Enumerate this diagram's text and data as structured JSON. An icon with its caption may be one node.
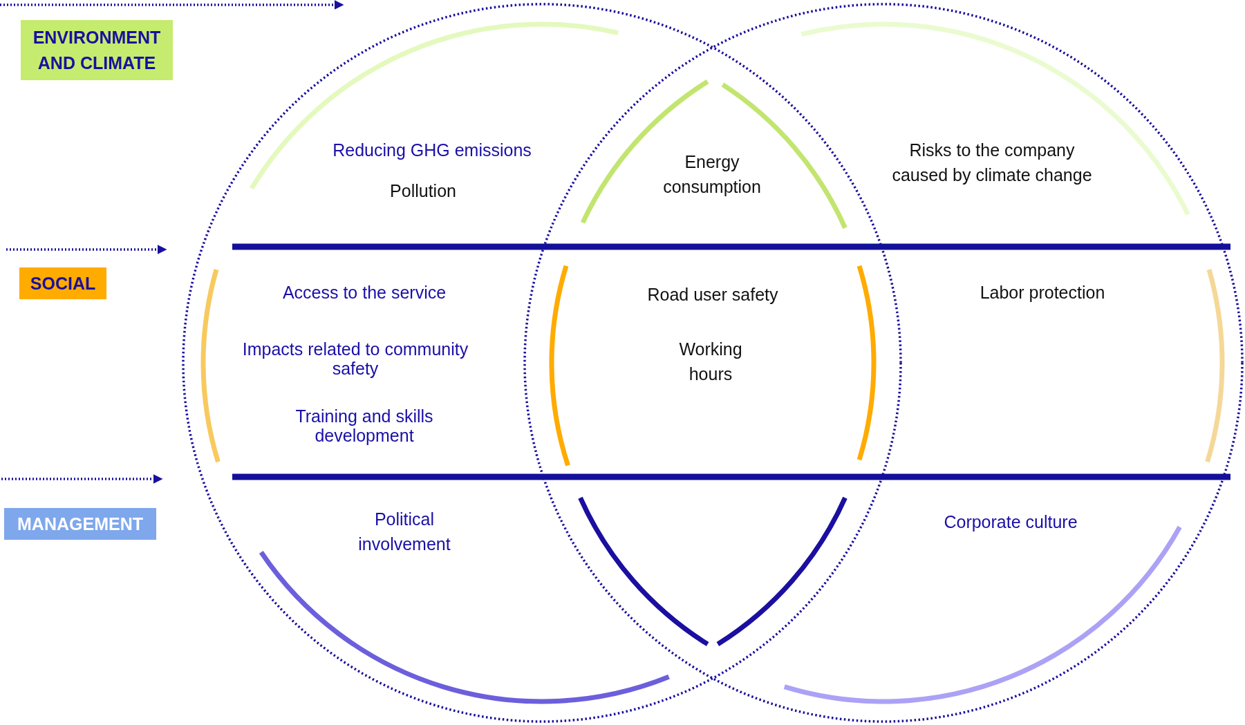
{
  "diagram": {
    "nodes": [
      {
        "text": [
          "ENVIRONMENT AND CLIMATE"
        ]
      },
      {
        "text": [
          "SOCIAL"
        ]
      },
      {
        "text": [
          "MANAGEMENT"
        ]
      },
      {
        "text": [],
        "shape": "circle"
      },
      {
        "text": [],
        "shape": "circle"
      }
    ],
    "labels": [
      "Reducing GHG emissions",
      "Pollution",
      "Energy consumption",
      "Risks to the company caused by climate change",
      "Access to the service",
      "Road user safety",
      "Labor protection",
      "Impacts related to community safety",
      "Working hours",
      "Training and skills development",
      "Corporate culture",
      "Political involvement"
    ]
  }
}
